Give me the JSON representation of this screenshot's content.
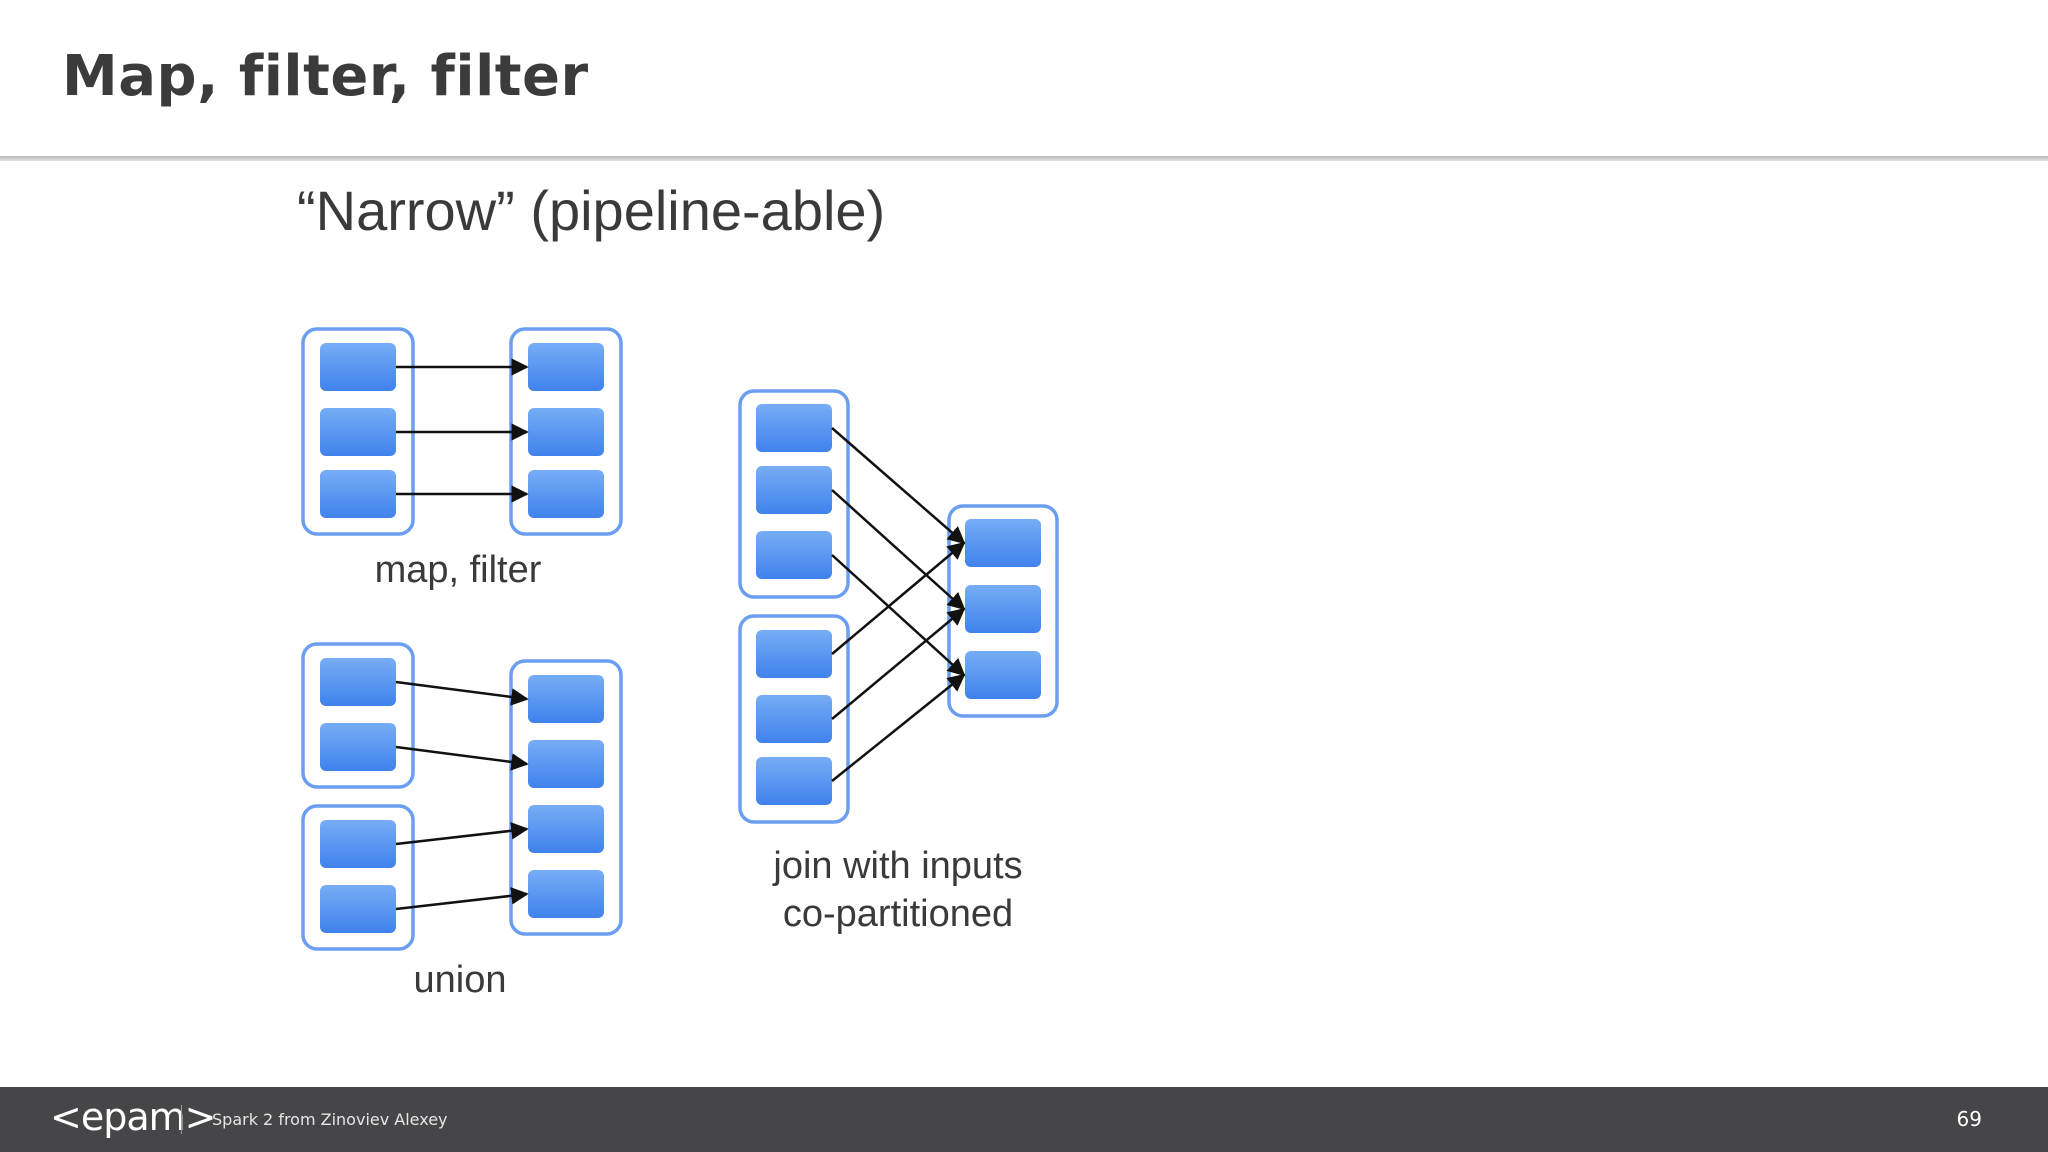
{
  "slide": {
    "title": "Map, filter, filter"
  },
  "diagram": {
    "heading": "“Narrow” (pipeline-able)",
    "labels": {
      "map_filter": "map, filter",
      "union": "union",
      "join_line1": "join with inputs",
      "join_line2": "co-partitioned"
    },
    "colors": {
      "container_stroke": "#6b9ef0",
      "partition_fill_top": "#77adf6",
      "partition_fill_bottom": "#3f82ec",
      "arrow": "#111111",
      "label_text": "#3a3a3a"
    }
  },
  "footer": {
    "logo": "<epam>",
    "caption": "Spark 2 from Zinoviev Alexey",
    "page_number": "69"
  }
}
